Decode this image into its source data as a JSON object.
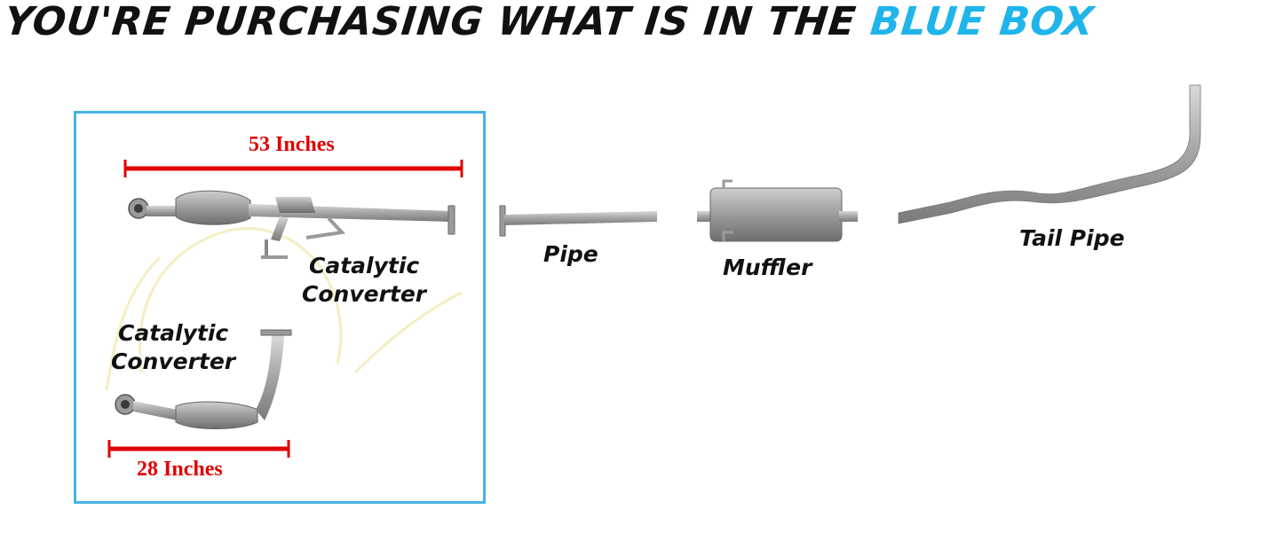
{
  "headline": {
    "main": "YOU'RE PURCHASING WHAT IS IN THE",
    "accent": "BLUE BOX"
  },
  "dimensions": {
    "upper": "53 Inches",
    "lower": "28 Inches"
  },
  "parts": {
    "upper_converter_line1": "Catalytic",
    "upper_converter_line2": "Converter",
    "lower_converter_line1": "Catalytic",
    "lower_converter_line2": "Converter",
    "pipe": "Pipe",
    "muffler": "Muffler",
    "tail_pipe": "Tail Pipe"
  },
  "colors": {
    "headline_text": "#111111",
    "accent": "#1fb4ea",
    "box_border": "#46b3e6",
    "dimension": "#e00000"
  }
}
